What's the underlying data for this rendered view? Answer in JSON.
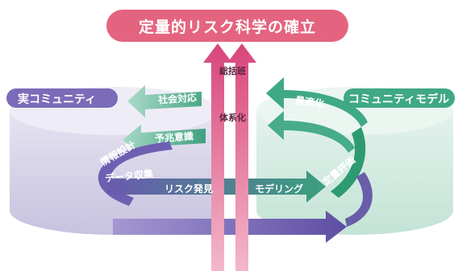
{
  "title": "定量的リスク科学の確立",
  "left_community": "実コミュニティ",
  "right_community": "コミュニティモデル",
  "vertical_labels": [
    "総括班",
    "体系化"
  ],
  "upper_loop_labels": [
    "社会対応",
    "予兆意識",
    "情報設計",
    "最適化"
  ],
  "lower_loop_labels": [
    "データ収集",
    "リスク発見",
    "モデリング",
    "定量評価"
  ],
  "colors": {
    "title_pink": "#e4647f",
    "purple": "#7b6bb8",
    "green": "#3fa884",
    "magenta": "#d8457a"
  }
}
